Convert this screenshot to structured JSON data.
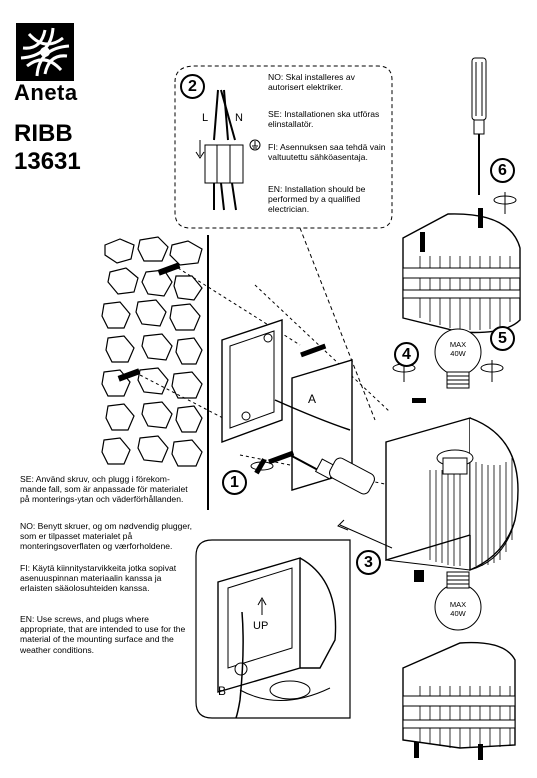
{
  "brand": "Aneta",
  "model": {
    "line1": "RIBB",
    "line2": "13631"
  },
  "warnings": {
    "no": "NO: Skal installeres av autorisert elektriker.",
    "se": "SE: Installationen ska utföras elinstallatör.",
    "fi": "FI:  Asennuksen saa tehdä vain valtuutettu sähköasentaja.",
    "en": "EN: Installation should be performed by a qualified electrician."
  },
  "instructions": {
    "se": "SE: Använd skruv, och plugg i förekom-mande fall, som är anpassade för materialet på monterings-ytan och väderförhållanden.",
    "no": "NO: Benytt skruer, og om nødvendig plugger, som er tilpasset materialet på monteringsoverflaten og værforholdene.",
    "fi": "FI: Käytä kiinnitystarvikkeita jotka sopivat asenuuspinnan materiaalin kanssa ja erlaisten sääolosuhteiden kanssa.",
    "en": "EN: Use screws, and plugs where appropriate, that are intended to use for the material of the mounting surface and the weather conditions."
  },
  "steps": [
    "1",
    "2",
    "3",
    "4",
    "5",
    "6"
  ],
  "labels": {
    "L": "L",
    "N": "N",
    "A": "A",
    "B": "B",
    "UP": "UP"
  },
  "bulb": {
    "max": "MAX",
    "watt": "40W"
  },
  "icons": [
    "logo-icon",
    "screwdriver-icon",
    "bulb-icon",
    "wire-connector-icon",
    "ground-icon",
    "rotate-icon"
  ]
}
